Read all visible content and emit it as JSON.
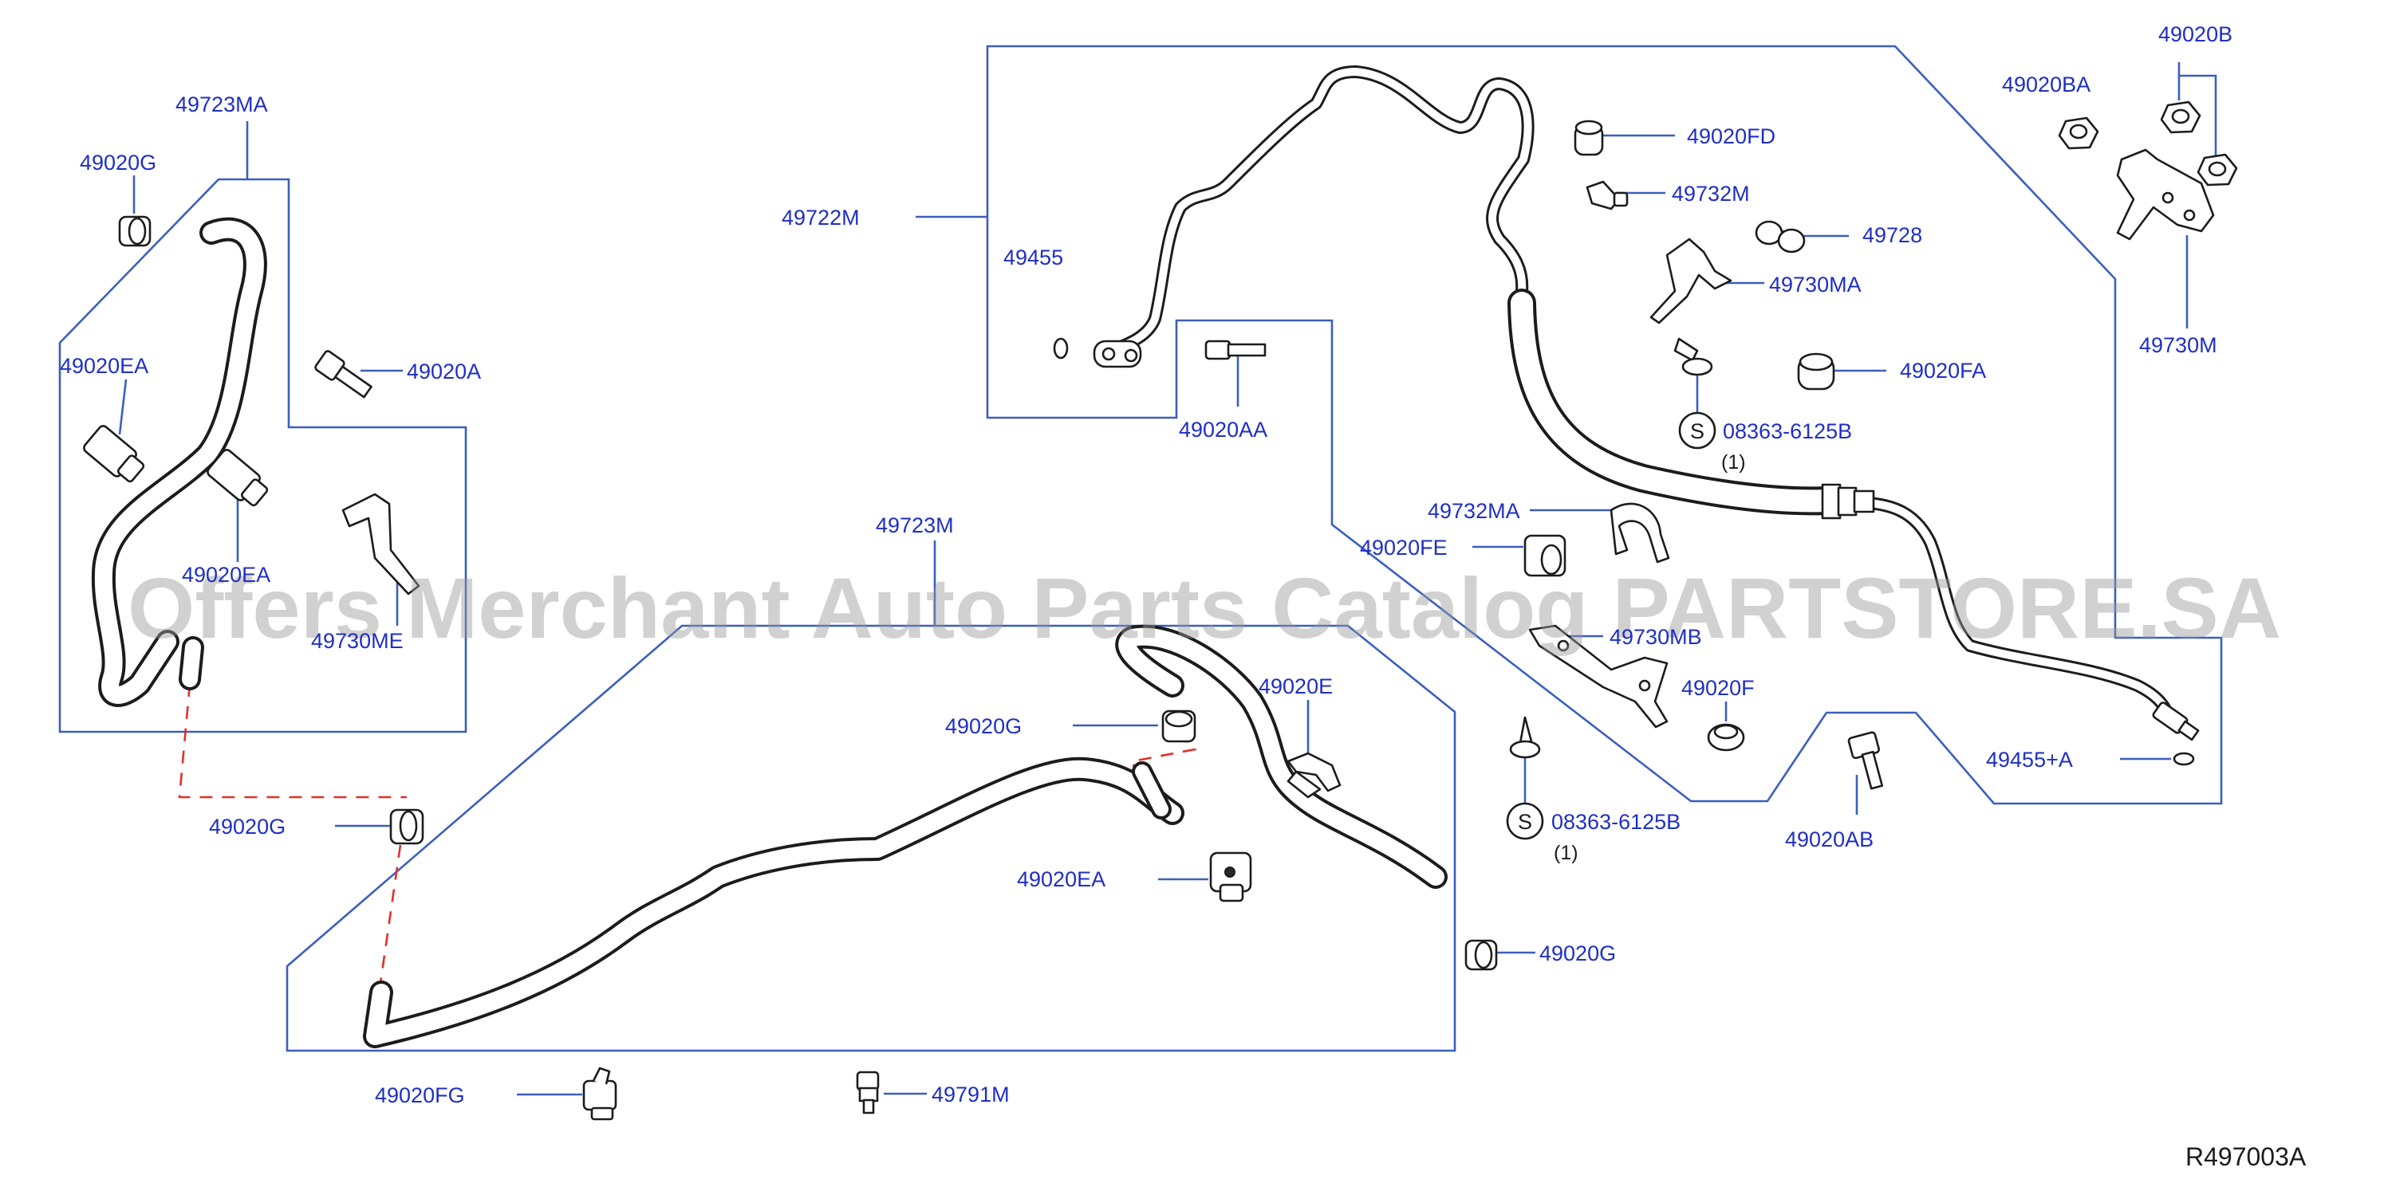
{
  "labels": {
    "l_49723MA": "49723MA",
    "l_49020G_1": "49020G",
    "l_49020EA_1": "49020EA",
    "l_49020A": "49020A",
    "l_49020EA_2": "49020EA",
    "l_49730ME": "49730ME",
    "l_49020G_2": "49020G",
    "l_49722M": "49722M",
    "l_49455": "49455",
    "l_49020AA": "49020AA",
    "l_49020FD": "49020FD",
    "l_49732M": "49732M",
    "l_49728": "49728",
    "l_49730MA": "49730MA",
    "l_49020FA": "49020FA",
    "l_08363_1": "08363-6125B",
    "l_49020BA": "49020BA",
    "l_49020B": "49020B",
    "l_49730M": "49730M",
    "l_49732MA": "49732MA",
    "l_49020FE": "49020FE",
    "l_49730MB": "49730MB",
    "l_49020F": "49020F",
    "l_08363_2": "08363-6125B",
    "l_49020AB": "49020AB",
    "l_49455A": "49455+A",
    "l_49723M": "49723M",
    "l_49020G_3": "49020G",
    "l_49020E": "49020E",
    "l_49020EA_3": "49020EA",
    "l_49020G_4": "49020G",
    "l_49020FG": "49020FG",
    "l_49791M": "49791M"
  },
  "quantities": {
    "q_1": "(1)",
    "q_2": "(1)"
  },
  "symbols": {
    "s_1": "S",
    "s_2": "S"
  },
  "reference": "R497003A",
  "watermark": "Offers Merchant Auto Parts Catalog PARTSTORE.SA",
  "colors": {
    "label_text": "#1f2fc4",
    "frame_line": "#3b5fbf",
    "dashed_link": "#e0302a",
    "part_outline": "#1c1c1c"
  }
}
